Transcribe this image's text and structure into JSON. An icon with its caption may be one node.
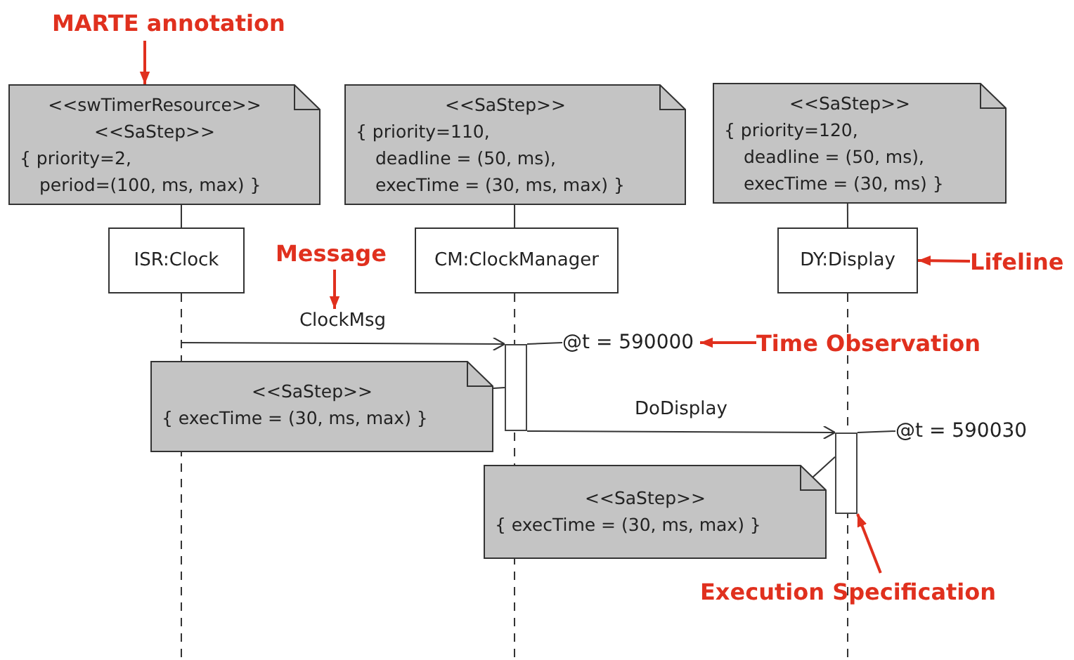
{
  "diagram": {
    "nodes": [
      {
        "text": [
          "<<swTimerResource>>",
          "<<SaStep>>",
          "{ priority=2,",
          "period=(100, ms, max) }"
        ]
      },
      {
        "text": [
          "<<SaStep>>",
          "{ priority=110,",
          "deadline = (50, ms),",
          "execTime = (30, ms, max) }"
        ]
      },
      {
        "text": [
          "<<SaStep>>",
          "{ priority=120,",
          "deadline = (50, ms),",
          "execTime = (30, ms) }"
        ]
      },
      {
        "text": [
          "ISR:Clock"
        ]
      },
      {
        "text": [
          "CM:ClockManager"
        ]
      },
      {
        "text": [
          "DY:Display"
        ]
      },
      {
        "text": [],
        "shape": "bar"
      },
      {
        "text": [
          "<<SaStep>>",
          "{ execTime = (30, ms, max) }"
        ]
      },
      {
        "text": [],
        "shape": "bar"
      },
      {
        "text": [
          "<<SaStep>>",
          "{ execTime = (30, ms, max) }"
        ]
      },
      {
        "text": [
          "MARTE annotation"
        ]
      },
      {
        "text": [
          "Message"
        ]
      },
      {
        "text": [
          "Lifeline"
        ]
      },
      {
        "text": [
          "@t = 590000"
        ]
      },
      {
        "text": [
          "Time Observation"
        ]
      },
      {
        "text": [
          "@t = 590030"
        ]
      },
      {
        "text": [
          "Execution Specification"
        ]
      }
    ],
    "edges": [
      {
        "from": 0,
        "to": 3,
        "arrow": "none"
      },
      {
        "from": 1,
        "to": 4,
        "arrow": "none"
      },
      {
        "from": 2,
        "to": 5,
        "arrow": "none"
      },
      {
        "from": 4,
        "to": null,
        "arrow": "none",
        "style": "dashed"
      },
      {
        "from": 5,
        "to": null,
        "arrow": "none",
        "style": "dashed"
      },
      {
        "from": 3,
        "to": 6,
        "arrow": "to",
        "label": "ClockMsg"
      },
      {
        "from": 6,
        "to": 8,
        "arrow": "to",
        "label": "DoDisplay"
      },
      {
        "from": 7,
        "to": 6,
        "arrow": "none"
      },
      {
        "from": 9,
        "to": 8,
        "arrow": "none"
      },
      {
        "from": 6,
        "to": 13,
        "arrow": "none"
      },
      {
        "from": 8,
        "to": 15,
        "arrow": "none"
      },
      {
        "from": 10,
        "to": 0,
        "arrow": "to",
        "color": "#e0301e"
      },
      {
        "from": 11,
        "to": null,
        "arrow": "to",
        "color": "#e0301e"
      },
      {
        "from": 12,
        "to": 5,
        "arrow": "to",
        "color": "#e0301e"
      },
      {
        "from": 14,
        "to": 13,
        "arrow": "to",
        "color": "#e0301e"
      },
      {
        "from": 16,
        "to": 8,
        "arrow": "to",
        "color": "#e0301e"
      }
    ]
  }
}
